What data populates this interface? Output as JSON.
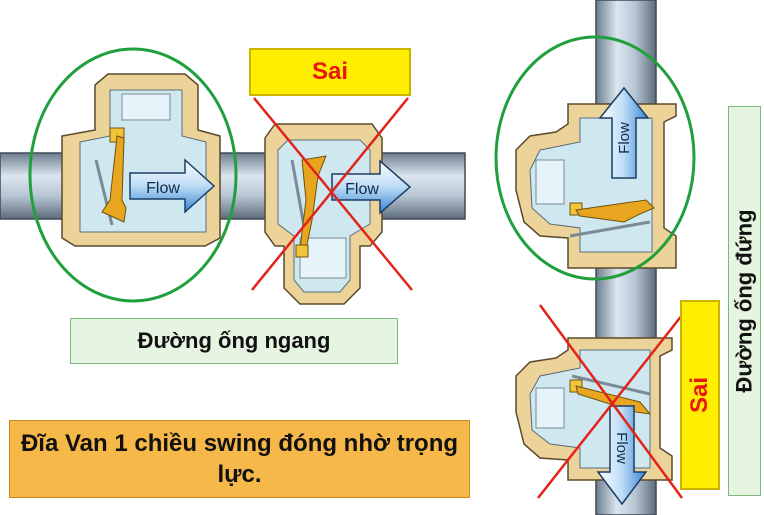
{
  "labels": {
    "sai_top": "Sai",
    "sai_side": "Sai",
    "horizontal_pipe": "Đường ống ngang",
    "vertical_pipe": "Đường ống đứng",
    "caption": "Đĩa Van 1 chiều swing đóng nhờ trọng lực."
  },
  "arrows": {
    "flow_1": "Flow",
    "flow_2": "Flow",
    "flow_3": "Flow",
    "flow_4": "Flow"
  },
  "colors": {
    "correct_circle": "#1fa03c",
    "wrong_cross": "#e2231a",
    "sai_fill": "#ffee00",
    "sai_text": "#e8170f",
    "pipe_label_fill": "#e5f5e1",
    "caption_fill": "#f7b84a"
  }
}
